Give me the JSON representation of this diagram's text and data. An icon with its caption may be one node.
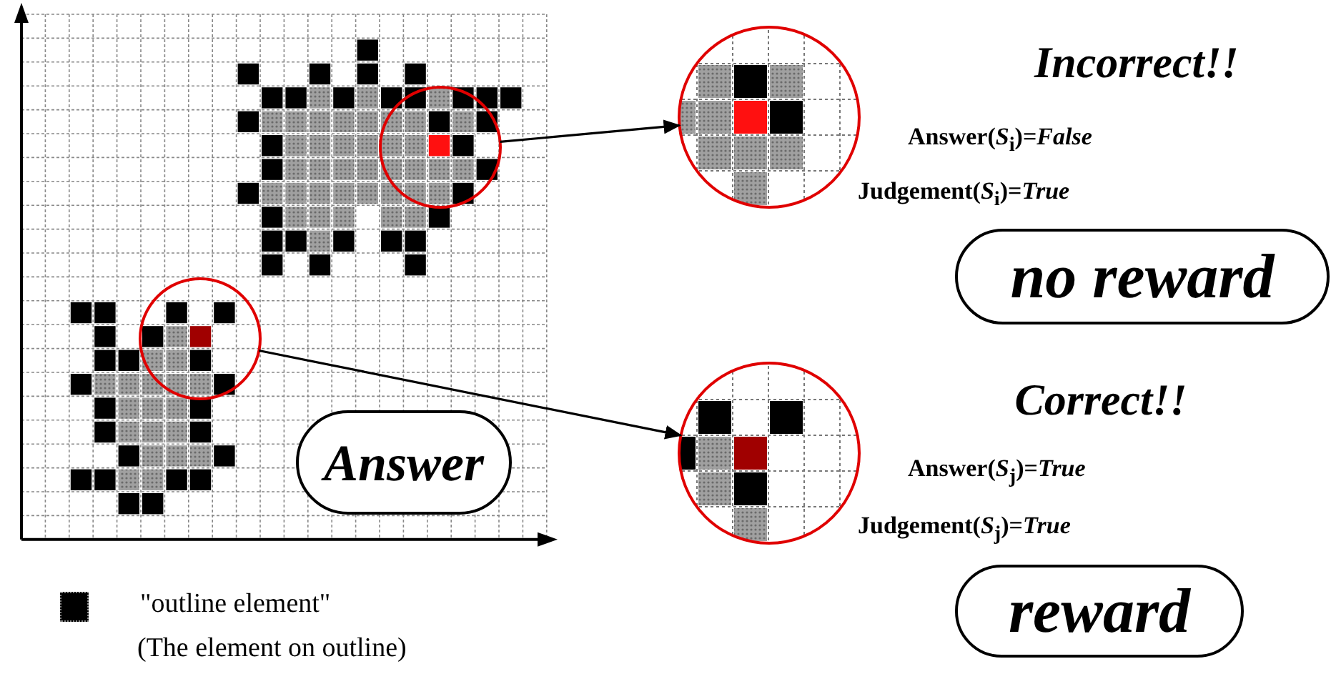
{
  "diagram": {
    "nodes": [
      {
        "text": [],
        "shape": "circle"
      },
      {
        "text": [],
        "shape": "circle"
      },
      {
        "text": [
          "Answer"
        ]
      },
      {
        "text": [],
        "shape": "circle"
      },
      {
        "text": [
          "no reward"
        ]
      },
      {
        "text": [],
        "shape": "circle"
      },
      {
        "text": [
          "reward"
        ]
      }
    ],
    "edges": [
      {
        "from": 0,
        "to": 3,
        "arrow": "to"
      },
      {
        "from": 1,
        "to": 5,
        "arrow": "to"
      }
    ],
    "labels": [
      "Incorrect!!",
      "Answer(*S*$_{i}$)=*False*",
      "Judgement(*S*$_{i}$)=*True*",
      "Correct!!",
      "Answer(*S*$_{j}$)=*True*",
      "Judgement(*S*$_{j}$)=*True*",
      "(The element on outline)"
    ],
    "legend": [
      {
        "text": "\"outline element\"",
        "color": "#000000"
      }
    ]
  }
}
